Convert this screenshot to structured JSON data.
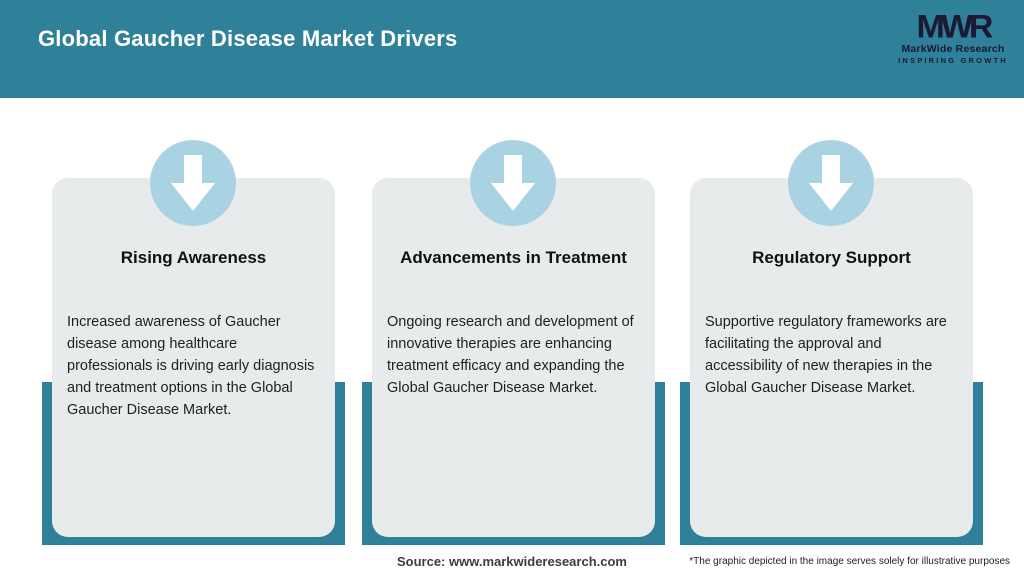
{
  "header": {
    "title": "Global Gaucher Disease Market Drivers",
    "logo": {
      "monogram": "MWR",
      "name": "MarkWide Research",
      "tagline": "INSPIRING GROWTH"
    }
  },
  "cards": [
    {
      "title": "Rising Awareness",
      "description": "Increased awareness of Gaucher disease among healthcare professionals is driving early diagnosis and treatment options in the Global Gaucher Disease Market.",
      "icon": "down-arrow-icon"
    },
    {
      "title": "Advancements in Treatment",
      "description": "Ongoing research and development of innovative therapies are enhancing treatment efficacy and expanding the Global Gaucher Disease Market.",
      "icon": "down-arrow-icon"
    },
    {
      "title": "Regulatory Support",
      "description": "Supportive regulatory frameworks are facilitating the approval and accessibility of new therapies in the Global Gaucher Disease Market.",
      "icon": "down-arrow-icon"
    }
  ],
  "footer": {
    "source": "Source: www.markwideresearch.com",
    "disclaimer": "*The graphic depicted in the image serves solely for illustrative purposes"
  },
  "colors": {
    "header_teal": "#2F8199",
    "backdrop_teal": "#2F8199",
    "card_background": "#E8EBEC",
    "bubble_blue": "#A9D3E2",
    "arrow_white": "#FFFFFF",
    "logo_navy": "#1B1933",
    "title_white": "#FFFFFF"
  }
}
